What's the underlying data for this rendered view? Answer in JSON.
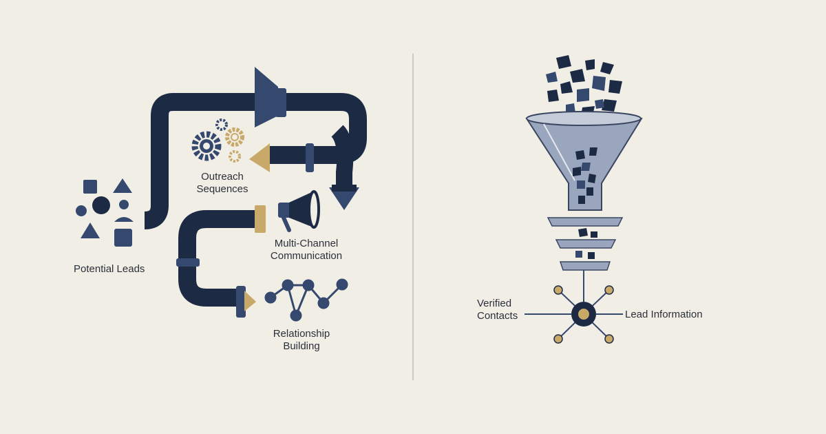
{
  "left_panel": {
    "potential_leads": "Potential Leads",
    "outreach_sequences": [
      "Outreach",
      "Sequences"
    ],
    "multi_channel": [
      "Multi-Channel",
      "Communication"
    ],
    "relationship_building": [
      "Relationship",
      "Building"
    ]
  },
  "right_panel": {
    "verified_contacts": [
      "Verified",
      "Contacts"
    ],
    "lead_information": "Lead Information"
  },
  "colors": {
    "navy": "#1d2a44",
    "steel": "#35486e",
    "gold": "#c9a96a",
    "funnel": "#9aa6bd",
    "background": "#f1eee6"
  },
  "icons": [
    "shape-cluster-icon",
    "gear-icon",
    "megaphone-icon",
    "network-icon",
    "funnel-icon",
    "hub-node-icon"
  ]
}
